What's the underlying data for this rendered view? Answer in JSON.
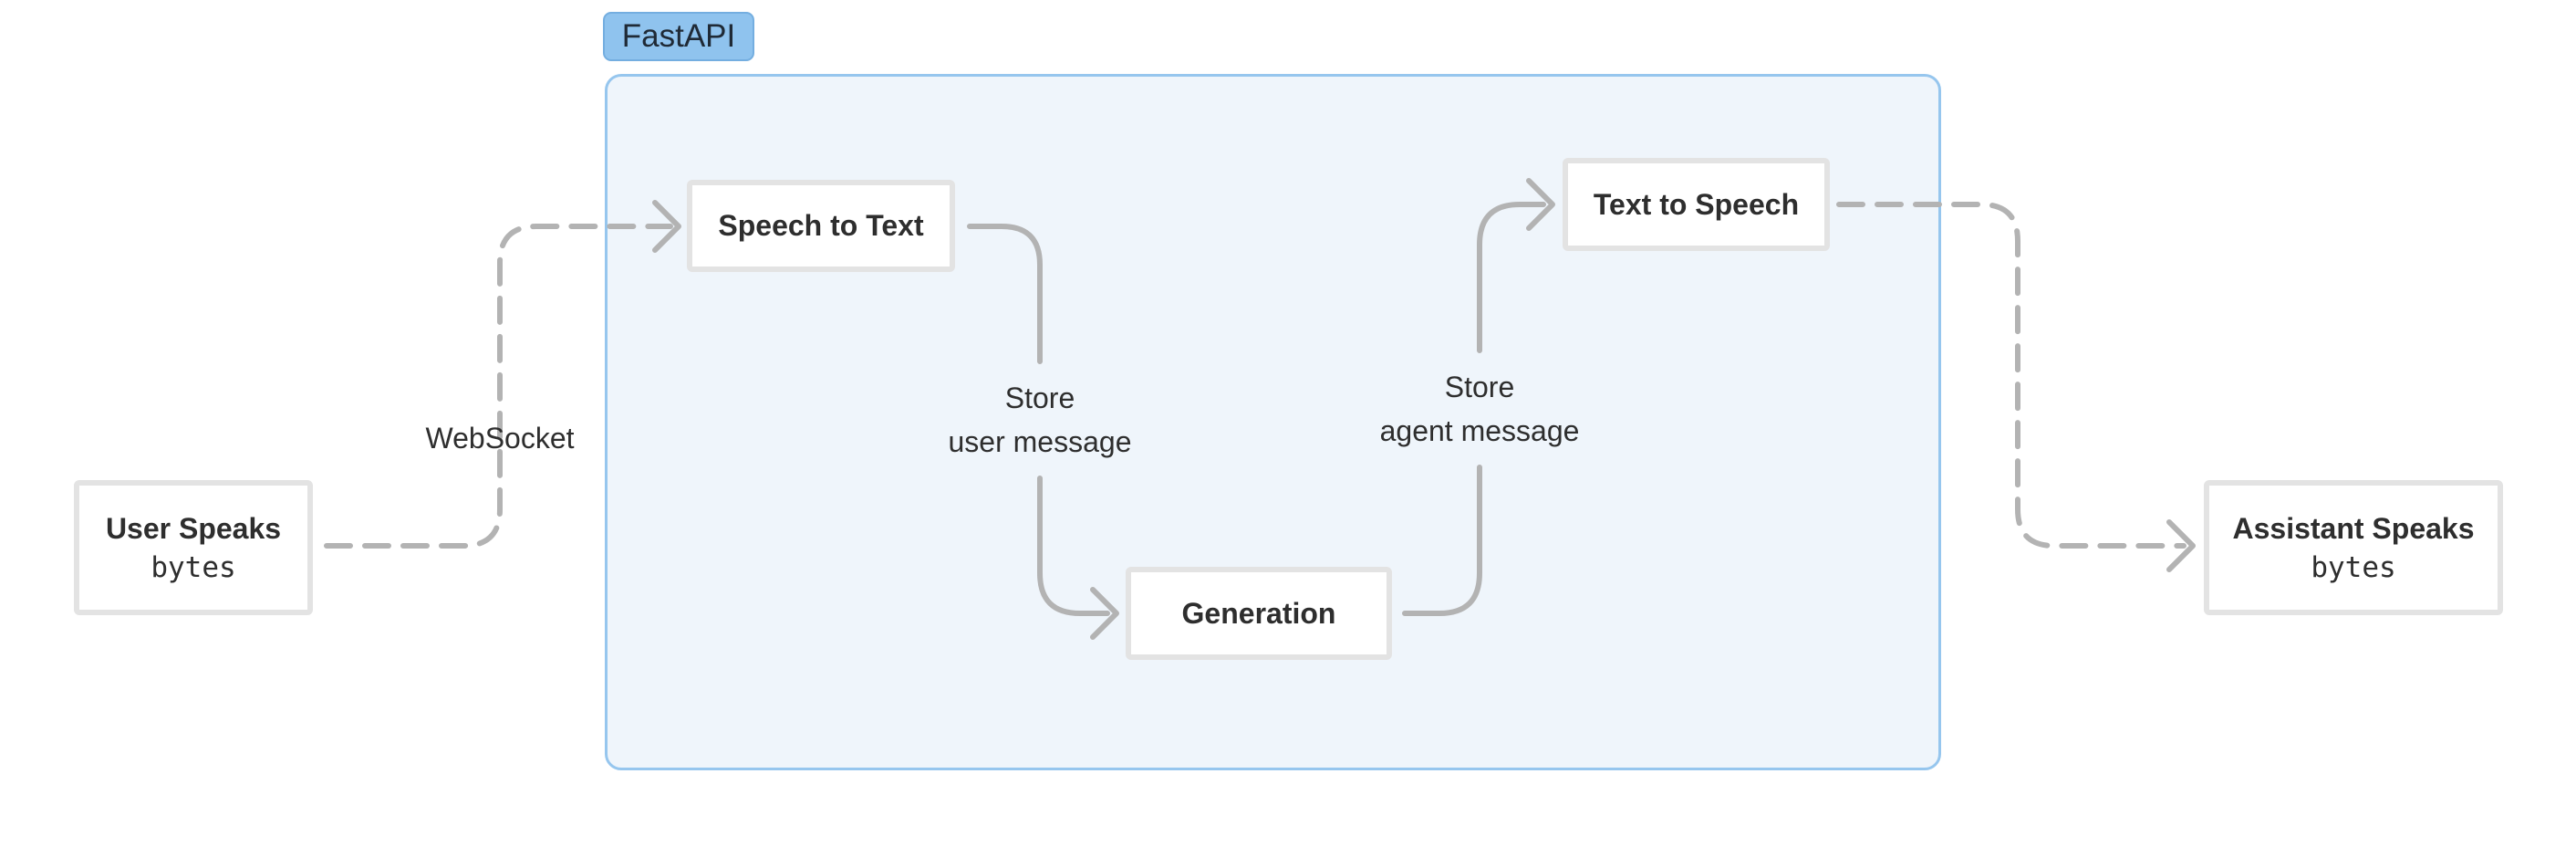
{
  "container": {
    "label": "FastAPI"
  },
  "nodes": {
    "user_speaks": {
      "title": "User Speaks",
      "sub": "bytes"
    },
    "speech_to_text": {
      "title": "Speech to Text"
    },
    "generation": {
      "title": "Generation"
    },
    "text_to_speech": {
      "title": "Text to Speech"
    },
    "assistant_speaks": {
      "title": "Assistant Speaks",
      "sub": "bytes"
    }
  },
  "edge_labels": {
    "websocket": "WebSocket",
    "store_user": {
      "line1": "Store",
      "line2": "user message"
    },
    "store_agent": {
      "line1": "Store",
      "line2": "agent message"
    }
  },
  "colors": {
    "frame_fill": "#eff5fb",
    "frame_border": "#96c6ee",
    "tag_fill": "#8fc3ee",
    "node_border": "#e3e3e3",
    "arrow": "#b3b3b3"
  }
}
